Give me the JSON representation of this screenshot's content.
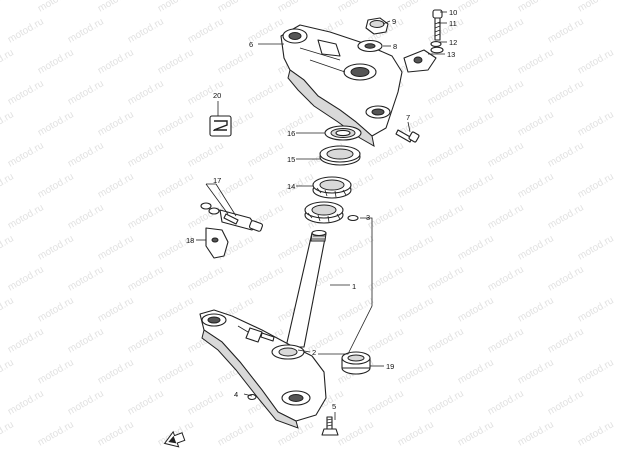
{
  "watermark": "motod.ru",
  "callouts": [
    {
      "id": "1",
      "label": "1"
    },
    {
      "id": "2",
      "label": "2"
    },
    {
      "id": "3",
      "label": "3"
    },
    {
      "id": "4",
      "label": "4"
    },
    {
      "id": "5",
      "label": "5"
    },
    {
      "id": "6",
      "label": "6"
    },
    {
      "id": "7",
      "label": "7"
    },
    {
      "id": "8",
      "label": "8"
    },
    {
      "id": "9",
      "label": "9"
    },
    {
      "id": "10",
      "label": "10"
    },
    {
      "id": "11",
      "label": "11"
    },
    {
      "id": "12",
      "label": "12"
    },
    {
      "id": "13",
      "label": "13"
    },
    {
      "id": "14",
      "label": "14"
    },
    {
      "id": "15",
      "label": "15"
    },
    {
      "id": "16",
      "label": "16"
    },
    {
      "id": "17",
      "label": "17"
    },
    {
      "id": "18",
      "label": "18"
    },
    {
      "id": "19",
      "label": "19"
    },
    {
      "id": "20",
      "label": "20"
    }
  ],
  "icons": {
    "front_arrow": "front-arrow-icon",
    "logo_sticker": "emblem-icon"
  }
}
